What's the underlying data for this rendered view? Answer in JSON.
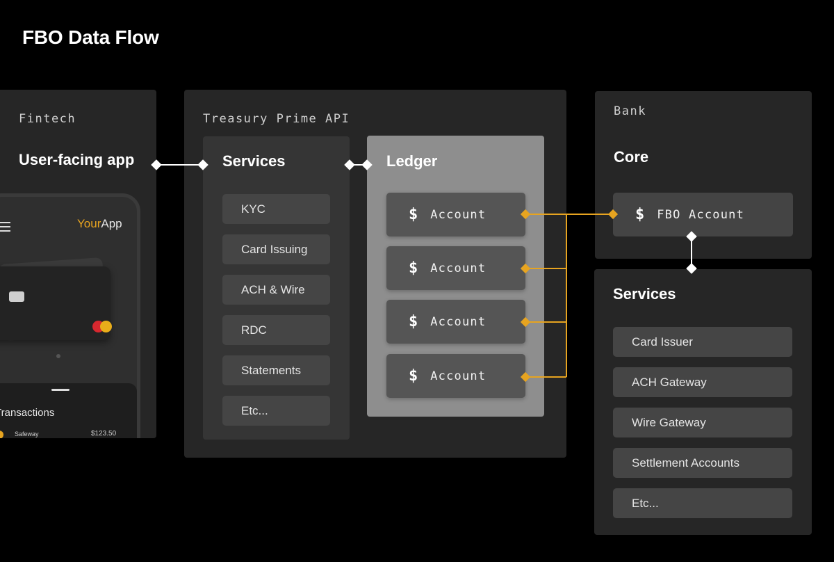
{
  "title": "FBO Data Flow",
  "fintech": {
    "label": "Fintech",
    "heading": "User-facing app",
    "phone": {
      "app_name_prefix": "Your",
      "app_name_suffix": "App",
      "transactions_title": "Transactions",
      "transactions": [
        {
          "merchant": "Safeway",
          "amount": "$123.50"
        }
      ]
    }
  },
  "api": {
    "label": "Treasury Prime API",
    "services": {
      "heading": "Services",
      "items": [
        "KYC",
        "Card Issuing",
        "ACH & Wire",
        "RDC",
        "Statements",
        "Etc..."
      ]
    },
    "ledger": {
      "heading": "Ledger",
      "accounts": [
        {
          "symbol": "$",
          "label": "Account"
        },
        {
          "symbol": "$",
          "label": "Account"
        },
        {
          "symbol": "$",
          "label": "Account"
        },
        {
          "symbol": "$",
          "label": "Account"
        }
      ]
    }
  },
  "bank": {
    "label": "Bank",
    "core": {
      "heading": "Core",
      "fbo": {
        "symbol": "$",
        "label": "FBO Account"
      }
    },
    "services": {
      "heading": "Services",
      "items": [
        "Card Issuer",
        "ACH Gateway",
        "Wire Gateway",
        "Settlement Accounts",
        "Etc..."
      ]
    }
  },
  "colors": {
    "background": "#000000",
    "panel": "#262626",
    "ledger_panel": "#8e8e8e",
    "pill": "#454545",
    "account": "#555555",
    "accent": "#e7a420",
    "connector": "#ffffff"
  }
}
